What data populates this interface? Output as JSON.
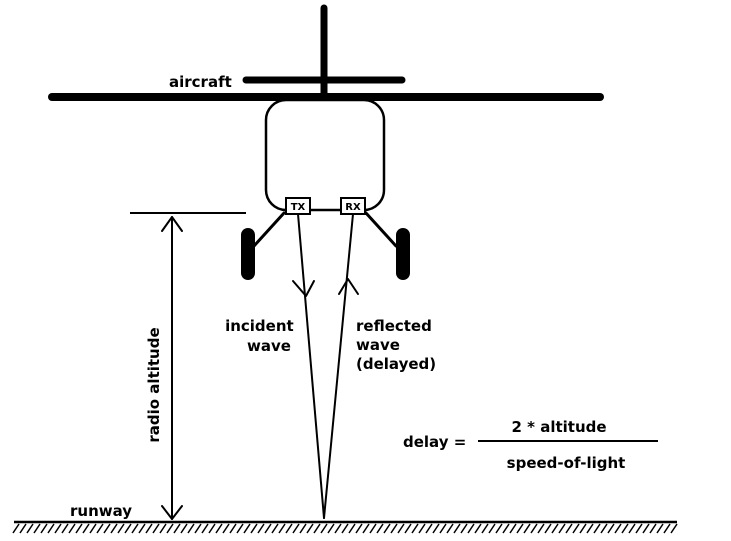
{
  "labels": {
    "aircraft": "aircraft",
    "tx": "TX",
    "rx": "RX",
    "radio_altitude": "radio altitude",
    "incident_line1": "incident",
    "incident_line2": "wave",
    "reflected_line1": "reflected",
    "reflected_line2": "wave",
    "reflected_line3": "(delayed)",
    "runway": "runway"
  },
  "formula": {
    "lhs": "delay =",
    "numerator": "2 * altitude",
    "denominator": "speed-of-light"
  },
  "colors": {
    "ink": "#000000",
    "background": "#ffffff"
  }
}
